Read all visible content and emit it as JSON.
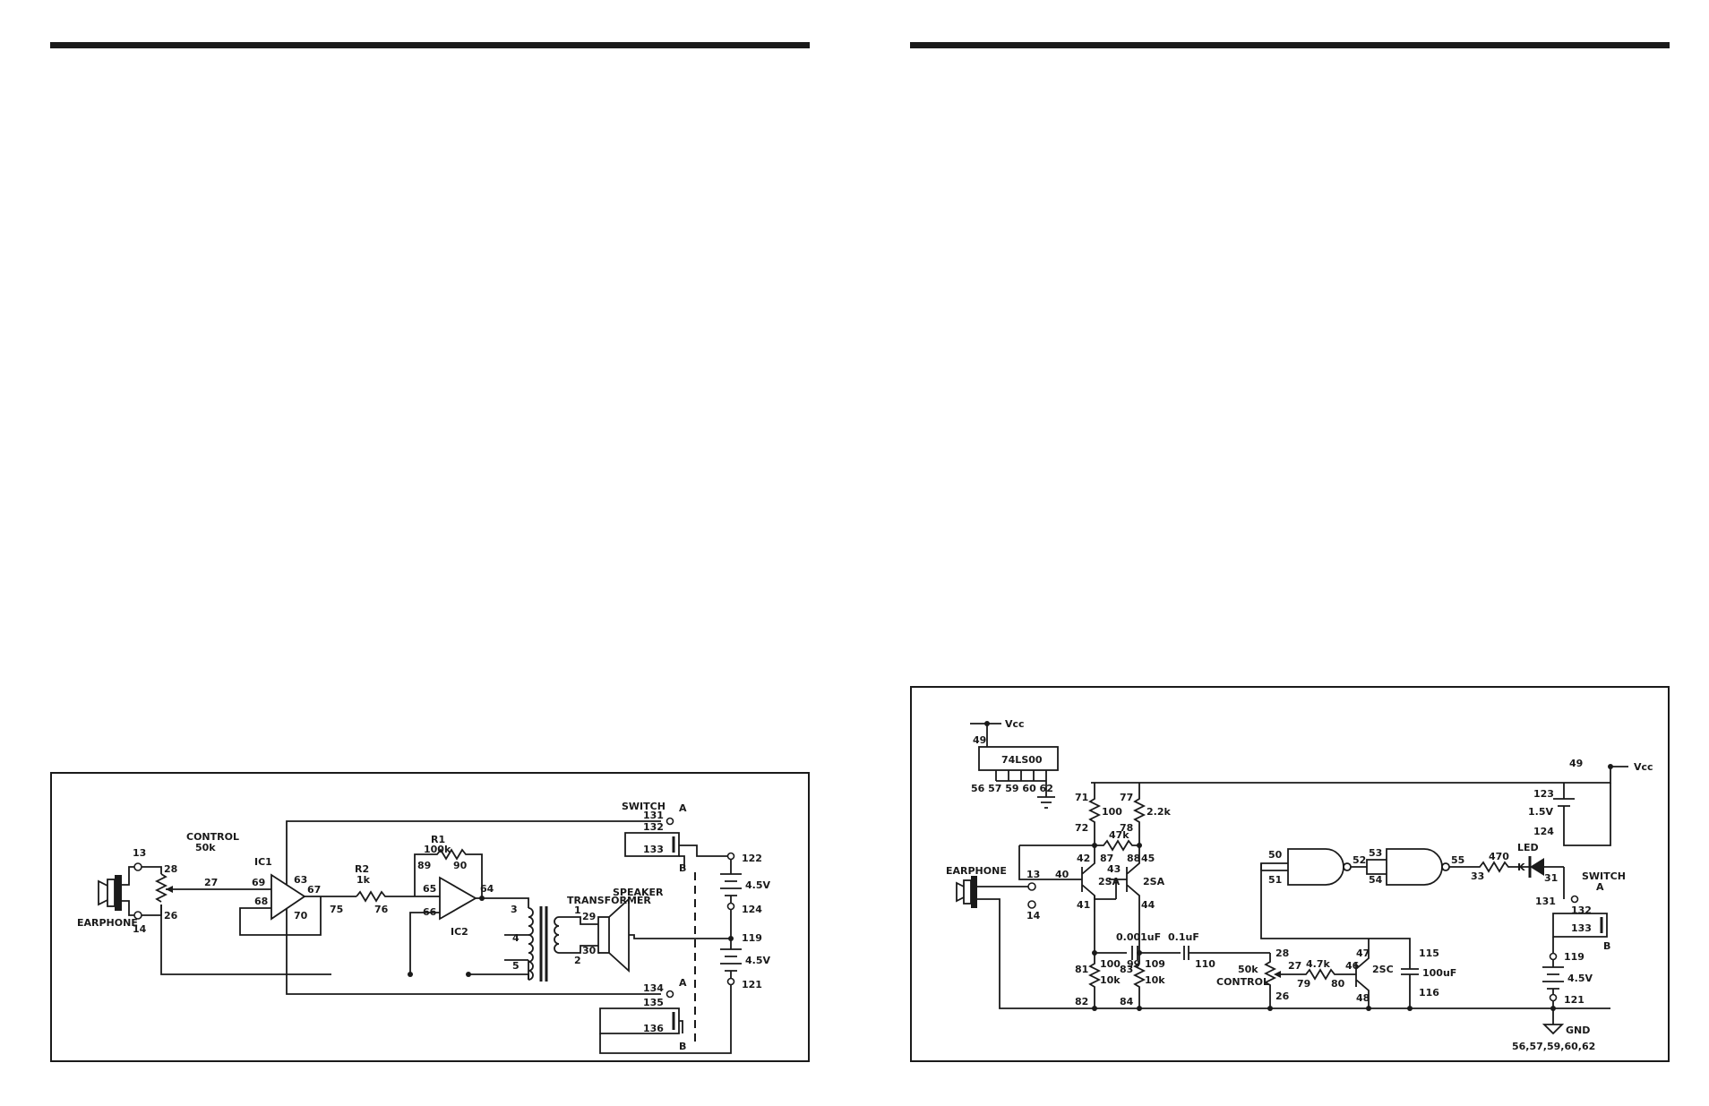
{
  "colors": {
    "ink": "#1a1a1a",
    "paper": "#ffffff"
  },
  "left": {
    "switch": "SWITCH",
    "switch_a": "A",
    "switch_b": "B",
    "a2": "A",
    "b2": "B",
    "control": "CONTROL",
    "control_val": "50k",
    "earphone": "EARPHONE",
    "ic1": "IC1",
    "ic2": "IC2",
    "r1": "R1",
    "r1_val": "100k",
    "r2": "R2",
    "r2_val": "1k",
    "transformer": "TRANSFORMER",
    "speaker": "SPEAKER",
    "v1": "4.5V",
    "v2": "4.5V",
    "n13": "13",
    "n14": "14",
    "n28": "28",
    "n27": "27",
    "n26": "26",
    "n69": "69",
    "n68": "68",
    "n63": "63",
    "n67": "67",
    "n70": "70",
    "n75": "75",
    "n76": "76",
    "n89": "89",
    "n90": "90",
    "n65": "65",
    "n66": "66",
    "n64": "64",
    "n3": "3",
    "n4": "4",
    "n5": "5",
    "n1": "1",
    "n2": "2",
    "n29": "29",
    "n30": "30",
    "n131": "131",
    "n132": "132",
    "n133": "133",
    "n134": "134",
    "n135": "135",
    "n136": "136",
    "n122": "122",
    "n124": "124",
    "n119": "119",
    "n121": "121"
  },
  "right": {
    "vcc1": "Vcc",
    "vcc2": "Vcc",
    "chip": "74LS00",
    "chip_pins": "56 57 59 60 62",
    "earphone": "EARPHONE",
    "t1": "2SA",
    "t2": "2SA",
    "t3": "2SC",
    "r100": "100",
    "r22k": "2.2k",
    "r47k": "47k",
    "r10k_a": "10k",
    "r10k_b": "10k",
    "r47": "4.7k",
    "r470": "470",
    "c001": "0.001uF",
    "c01": "0.1uF",
    "c100": "100uF",
    "control": "CONTROL",
    "control_val": "50k",
    "led": "LED",
    "led_k": "K",
    "switch": "SWITCH",
    "sw_a": "A",
    "sw_b": "B",
    "v15": "1.5V",
    "v45": "4.5V",
    "gnd": "GND",
    "gnd_pins": "56,57,59,60,62",
    "n49a": "49",
    "n49b": "49",
    "n71": "71",
    "n72": "72",
    "n77": "77",
    "n78": "78",
    "n87": "87",
    "n88": "88",
    "n42": "42",
    "n40": "40",
    "n41": "41",
    "n43": "43",
    "n45": "45",
    "n44": "44",
    "n13": "13",
    "n14": "14",
    "n100": "100",
    "n99": "99",
    "n109": "109",
    "n110": "110",
    "n81": "81",
    "n82": "82",
    "n83": "83",
    "n84": "84",
    "n28": "28",
    "n27": "27",
    "n26": "26",
    "n79": "79",
    "n80": "80",
    "n46": "46",
    "n47": "47",
    "n48": "48",
    "n115": "115",
    "n116": "116",
    "n50": "50",
    "n51": "51",
    "n52": "52",
    "n53": "53",
    "n54": "54",
    "n55": "55",
    "n33": "33",
    "n31": "31",
    "n123": "123",
    "n124": "124",
    "n131": "131",
    "n132": "132",
    "n133": "133",
    "n119": "119",
    "n121": "121"
  }
}
